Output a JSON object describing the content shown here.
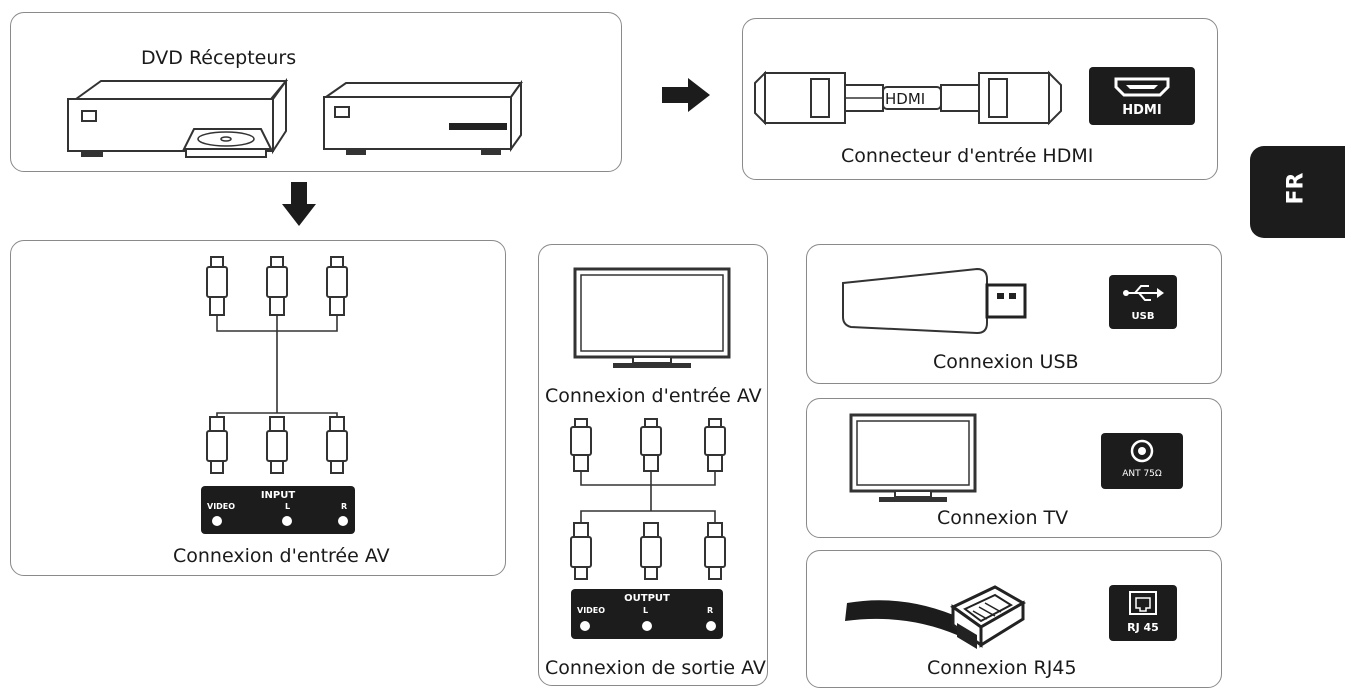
{
  "dvd_panel": {
    "title": "DVD Récepteurs"
  },
  "hdmi_panel": {
    "cable_label": "HDMI",
    "port_label": "HDMI",
    "caption": "Connecteur d'entrée HDMI"
  },
  "av_in_panel": {
    "jack_title": "INPUT",
    "jacks": [
      "VIDEO",
      "L",
      "R"
    ],
    "caption": "Connexion d'entrée AV"
  },
  "av_out_panel": {
    "tv_caption": "Connexion d'entrée AV",
    "jack_title": "OUTPUT",
    "jacks": [
      "VIDEO",
      "L",
      "R"
    ],
    "caption": "Connexion de sortie AV"
  },
  "usb_panel": {
    "port_label": "USB",
    "caption": "Connexion USB"
  },
  "tv_panel": {
    "port_label": "ANT 75Ω",
    "caption": "Connexion TV"
  },
  "rj45_panel": {
    "port_label": "RJ 45",
    "caption": "Connexion RJ45"
  },
  "language_tab": {
    "label": "FR"
  }
}
